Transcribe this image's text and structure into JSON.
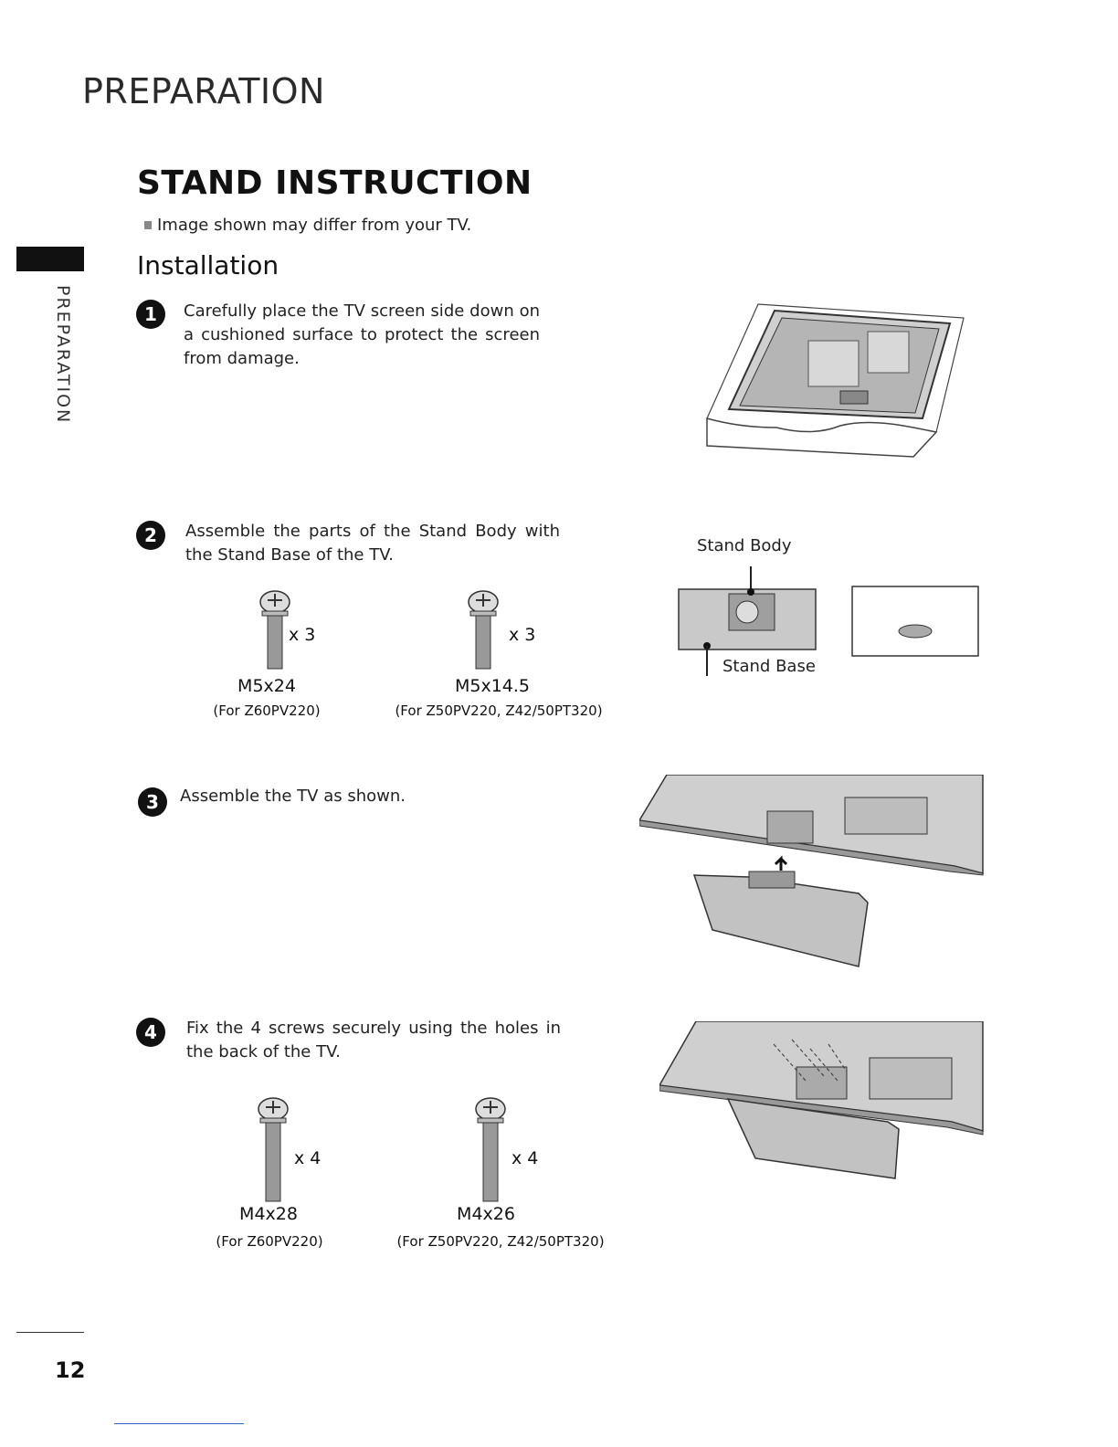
{
  "header": {
    "title": "PREPARATION"
  },
  "section": {
    "title": "STAND INSTRUCTION",
    "note": "Image shown may differ from your TV.",
    "subtitle": "Installation"
  },
  "sidebar": {
    "vertical_label": "PREPARATION"
  },
  "steps": [
    {
      "number": "1",
      "text": "Carefully place the TV screen side down on a cushioned surface to protect the screen from damage."
    },
    {
      "number": "2",
      "text": "Assemble the parts of the Stand Body with the Stand Base of the TV."
    },
    {
      "number": "3",
      "text": "Assemble the TV as shown."
    },
    {
      "number": "4",
      "text": "Fix the 4 screws securely using the holes in the back of the TV."
    }
  ],
  "step2_screws": [
    {
      "qty": "x 3",
      "size": "M5x24",
      "model": "(For Z60PV220)"
    },
    {
      "qty": "x 3",
      "size": "M5x14.5",
      "model": "(For Z50PV220, Z42/50PT320)"
    }
  ],
  "step4_screws": [
    {
      "qty": "x 4",
      "size": "M4x28",
      "model": "(For Z60PV220)"
    },
    {
      "qty": "x 4",
      "size": "M4x26",
      "model": "(For Z50PV220, Z42/50PT320)"
    }
  ],
  "diagram_labels": {
    "stand_body": "Stand Body",
    "stand_base": "Stand Base"
  },
  "footer": {
    "page_number": "12"
  }
}
